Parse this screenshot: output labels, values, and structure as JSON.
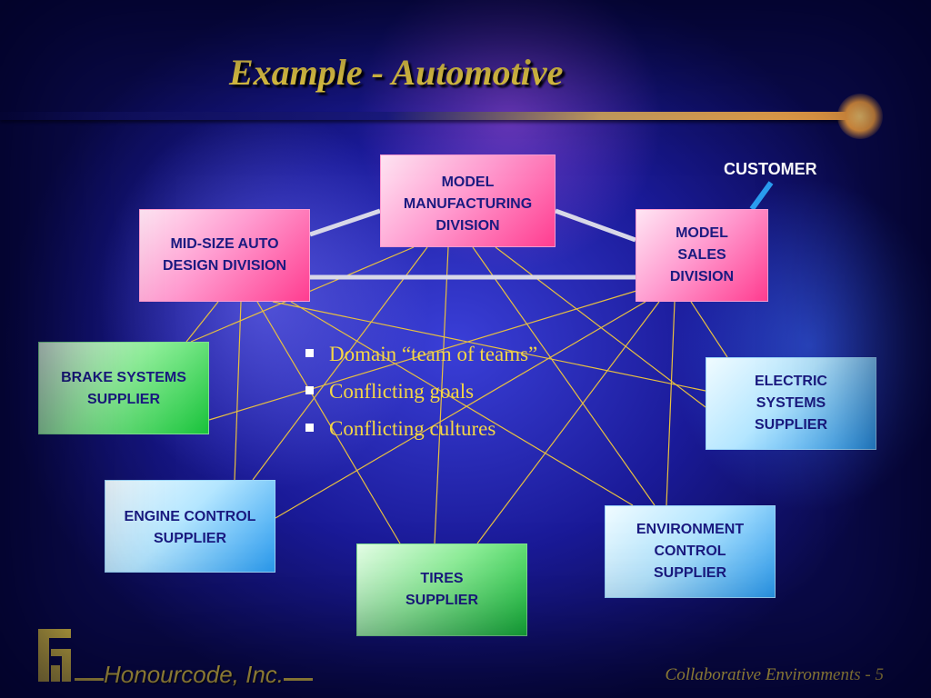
{
  "slide": {
    "title": "Example - Automotive",
    "customer_label": "CUSTOMER",
    "bullets": [
      "Domain “team of teams”",
      "Conflicting goals",
      "Conflicting cultures"
    ],
    "company": "Honourcode, Inc.",
    "footer": "Collaborative Environments - 5"
  },
  "nodes": {
    "manufacturing": "MODEL\nMANUFACTURING\nDIVISION",
    "design": "MID-SIZE AUTO\nDESIGN DIVISION",
    "sales": "MODEL\nSALES\nDIVISION",
    "brake": "BRAKE SYSTEMS\nSUPPLIER",
    "electric": "ELECTRIC\nSYSTEMS\nSUPPLIER",
    "engine": "ENGINE CONTROL\nSUPPLIER",
    "environment": "ENVIRONMENT\nCONTROL\nSUPPLIER",
    "tires": "TIRES\nSUPPLIER"
  },
  "colors": {
    "title": "#f4d646",
    "division_box": "#ff6fb4",
    "green_box": "#4ee36a",
    "blue_box": "#6cc4ff",
    "connector": "#e8c040",
    "division_link": "#d8d8e8",
    "customer_link": "#2a9cf0"
  },
  "icons": [
    "honourcode-logo-icon",
    "bullet-square-icon"
  ]
}
